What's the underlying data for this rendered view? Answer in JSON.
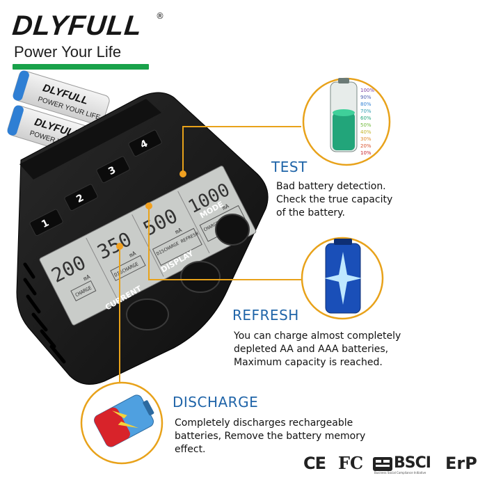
{
  "brand": {
    "name": "DLYFULL",
    "registered": "®",
    "tagline": "Power Your Life",
    "accent_color": "#19a24a"
  },
  "battery_label": {
    "brand": "DLYFULL",
    "tagline": "POWER YOUR LIFE"
  },
  "charger": {
    "slots": [
      "1",
      "2",
      "3",
      "4"
    ],
    "lcd": [
      {
        "value": "200",
        "unit": "mA",
        "mode": "CHARGE"
      },
      {
        "value": "350",
        "unit": "mA",
        "mode": "DISCHARGE"
      },
      {
        "value": "500",
        "unit": "mA",
        "mode": "DISCHARGE REFRESH"
      },
      {
        "value": "1000",
        "unit": "mA",
        "mode": "CHARGE TEST"
      }
    ],
    "buttons": {
      "current": "CURRENT",
      "display": "DISPLAY",
      "mode": "MODE"
    }
  },
  "capacity_scale": [
    "100%",
    "90%",
    "80%",
    "70%",
    "60%",
    "50%",
    "40%",
    "30%",
    "20%",
    "10%"
  ],
  "features": {
    "test": {
      "title": "TEST",
      "lines": [
        "Bad battery detection.",
        "Check the true capacity",
        "of the battery."
      ],
      "icon": "battery-capacity-icon"
    },
    "refresh": {
      "title": "REFRESH",
      "lines": [
        "You can charge almost completely",
        "depleted AA and AAA batteries,",
        "Maximum capacity is reached."
      ],
      "icon": "battery-spark-icon"
    },
    "discharge": {
      "title": "DISCHARGE",
      "lines": [
        "Completely discharges rechargeable",
        "batteries, Remove the battery memory",
        "effect."
      ],
      "icon": "battery-lightning-icon"
    }
  },
  "certifications": {
    "ce": "CE",
    "fc": "FC",
    "bsci": "BSCI",
    "bsci_sub": "Business Social Compliance Initiative",
    "erp": "ErP"
  },
  "colors": {
    "title_blue": "#1f64a8",
    "callout_orange": "#e8a21a",
    "charger_body": "#1c1c1c",
    "lcd_bg": "#c9ccc9"
  }
}
